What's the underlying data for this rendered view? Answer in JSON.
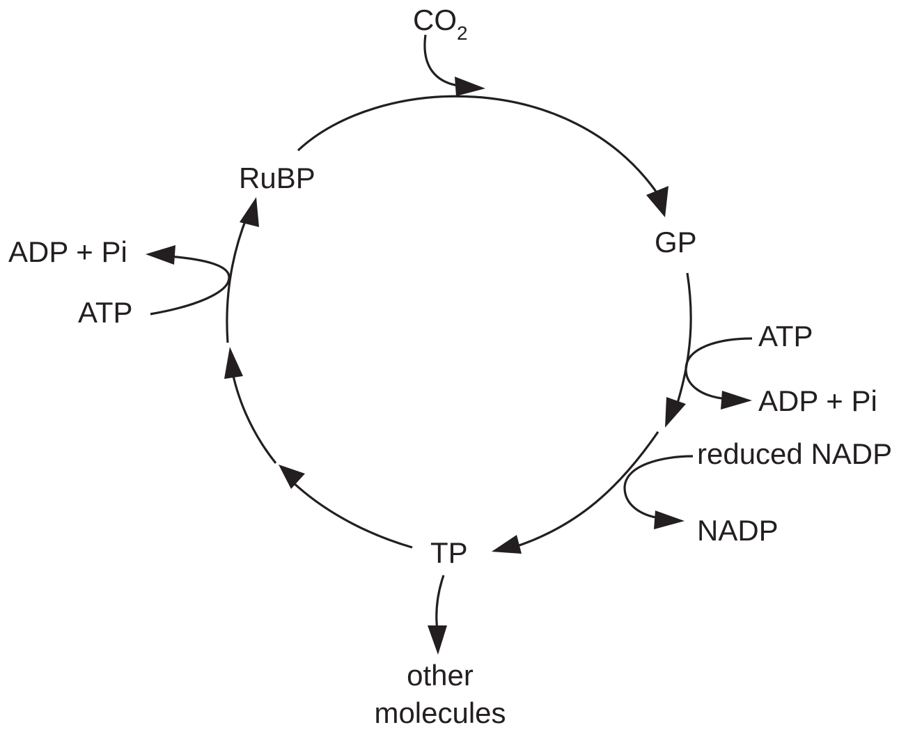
{
  "diagram": {
    "nodes": {
      "co2": {
        "main": "CO",
        "sub": "2"
      },
      "rubp": "RuBP",
      "gp": "GP",
      "tp": "TP",
      "other_molecules": [
        "other",
        "molecules"
      ]
    },
    "side_inputs": {
      "left_atp": "ATP",
      "left_adp_pi": "ADP + Pi",
      "right_atp": "ATP",
      "right_adp_pi": "ADP + Pi",
      "reduced_nadp": "reduced NADP",
      "nadp": "NADP"
    },
    "colors": {
      "ink": "#231f20",
      "background": "#ffffff"
    }
  }
}
